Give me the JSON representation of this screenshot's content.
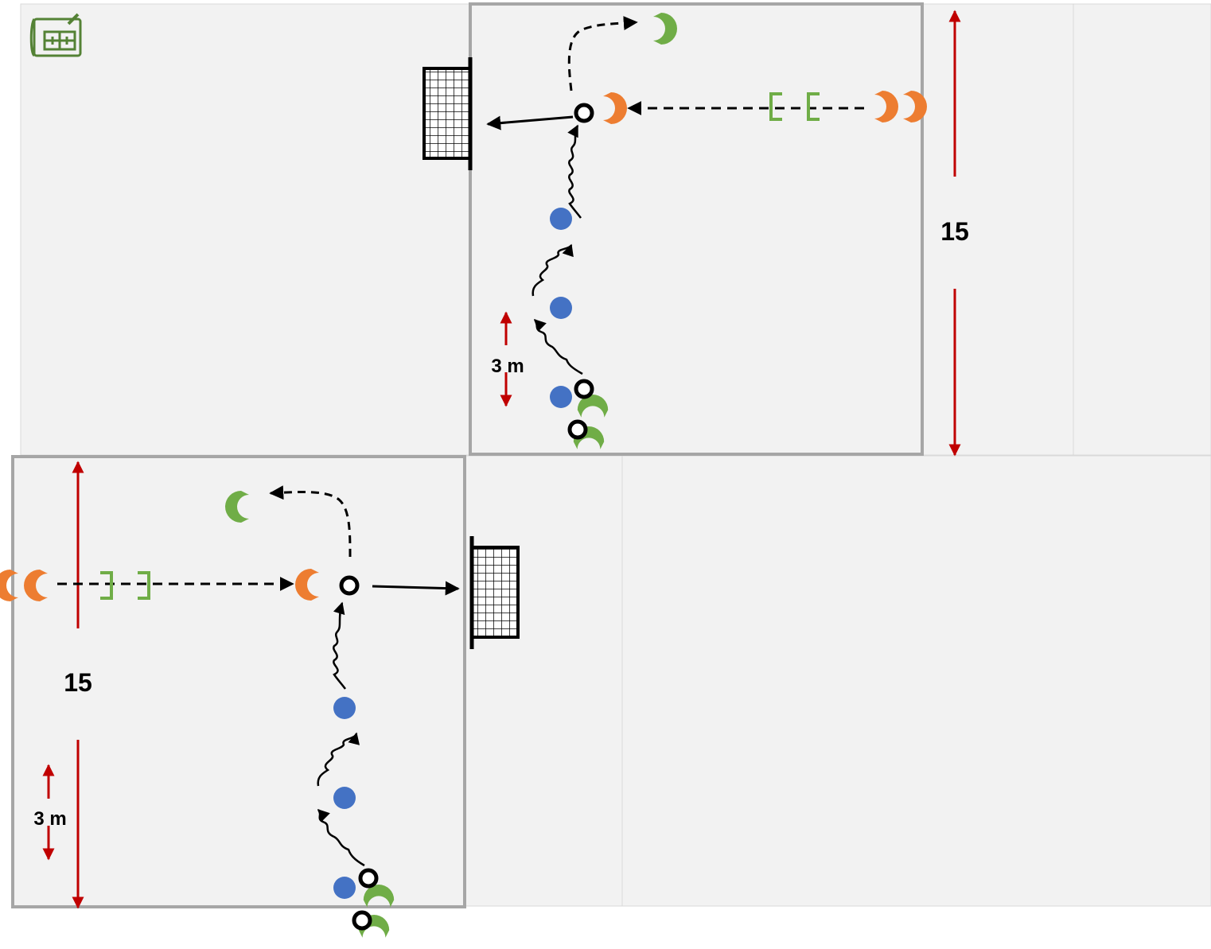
{
  "labels": {
    "upper_distance": "15",
    "upper_spacing": "3 m",
    "lower_distance": "15",
    "lower_spacing": "3 m"
  },
  "colors": {
    "background": "#f2f2f2",
    "field_border": "#a6a6a6",
    "orange_player": "#ed7d31",
    "green_player": "#70ad47",
    "cone_blue": "#4472c4",
    "measure_red": "#c00000",
    "mini_goal": "#70ad47"
  },
  "icons": {
    "app_icon": "drill-plan-icon"
  }
}
